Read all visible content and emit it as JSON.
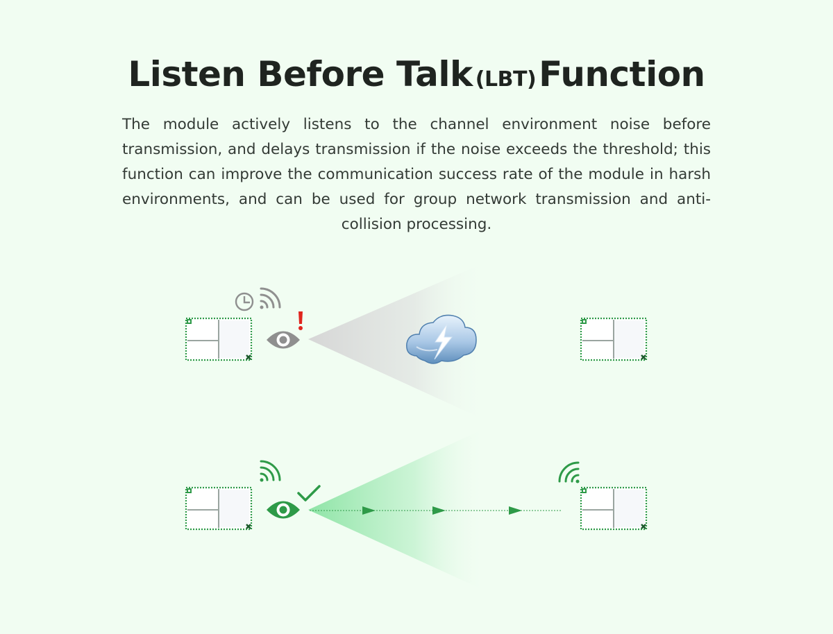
{
  "header": {
    "title_main": "Listen Before Talk",
    "title_abbr": "(LBT)",
    "title_tail": "Function",
    "description": "The module actively listens to the channel environment noise before transmission, and delays transmission if the noise exceeds the threshold; this function can improve the communication success rate of the module in harsh environments, and can be used for group network transmission and anti-collision processing."
  },
  "colors": {
    "background": "#f1fdf2",
    "accent_green": "#2e9a48",
    "busy_gray": "#8f8f8f",
    "alert_red": "#e0251e",
    "cloud_blue": "#8fb2d6"
  },
  "scenarios": [
    {
      "name": "channel-busy",
      "listen_icon": "eye-icon",
      "status_icon": "exclamation-icon",
      "extra_icons": [
        "clock-icon",
        "signal-waves-icon"
      ],
      "interference_icon": "storm-cloud-icon"
    },
    {
      "name": "channel-clear",
      "listen_icon": "eye-icon",
      "status_icon": "checkmark-icon",
      "extra_icons": [
        "signal-waves-icon"
      ],
      "flow_icon": "arrow-right-icon"
    }
  ]
}
